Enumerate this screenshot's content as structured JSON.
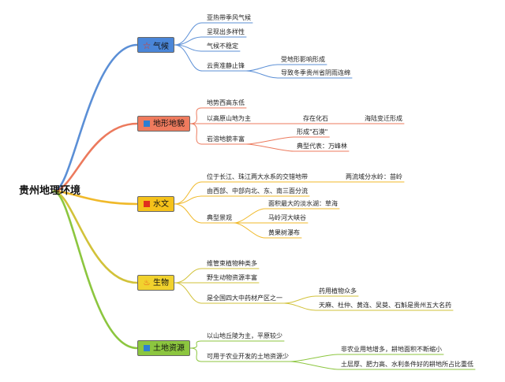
{
  "root": {
    "label": "贵州地理环境"
  },
  "colors": {
    "climate": "#5b8fd6",
    "terrain": "#ec7a5d",
    "hydrology": "#f0b92a",
    "biology": "#d2c23a",
    "land": "#8cc63f"
  },
  "branches": [
    {
      "id": "climate",
      "label": "气候",
      "icon": "star-outline-icon",
      "fill": "#4a86d8",
      "items": [
        {
          "text": "亚热带季风气候"
        },
        {
          "text": "呈现出多样性"
        },
        {
          "text": "气候不稳定"
        },
        {
          "text": "云贵准静止锋",
          "children": [
            {
              "text": "受地形影响形成"
            },
            {
              "text": "导致冬季贵州省阴雨连绵"
            }
          ]
        }
      ]
    },
    {
      "id": "terrain",
      "label": "地形地貌",
      "icon": "blue-square-icon",
      "fill": "#ef7b5e",
      "items": [
        {
          "text": "地势西高东低"
        },
        {
          "text": "以高原山地为主",
          "children": [
            {
              "text": "存在化石",
              "children": [
                {
                  "text": "海陆变迁形成"
                }
              ]
            }
          ]
        },
        {
          "text": "岩溶地貌丰富",
          "children": [
            {
              "text": "形成\"石漠\""
            },
            {
              "text": "典型代表：万峰林"
            }
          ]
        }
      ]
    },
    {
      "id": "hydrology",
      "label": "水文",
      "icon": "red-flag-icon",
      "fill": "#f5c21b",
      "items": [
        {
          "text": "位于长江、珠江两大水系的交错地带",
          "children": [
            {
              "text": "两流域分水岭：苗岭"
            }
          ]
        },
        {
          "text": "由西部、中部向北、东、南三面分流"
        },
        {
          "text": "典型景观",
          "children": [
            {
              "text": "面积最大的淡水湖：草海"
            },
            {
              "text": "马岭河大峡谷"
            },
            {
              "text": "黄果树瀑布"
            }
          ]
        }
      ]
    },
    {
      "id": "biology",
      "label": "生物",
      "icon": "fire-icon",
      "fill": "#f1d22e",
      "items": [
        {
          "text": "维管束植物种类多"
        },
        {
          "text": "野生动物资源丰富"
        },
        {
          "text": "是全国四大中药材产区之一",
          "children": [
            {
              "text": "药用植物众多"
            },
            {
              "text": "天麻、杜仲、黄连、吴萸、石斛是贵州五大名药"
            }
          ]
        }
      ]
    },
    {
      "id": "land",
      "label": "土地资源",
      "icon": "blue-square-icon",
      "fill": "#8cc63f",
      "items": [
        {
          "text": "以山地丘陵为主，平原较少"
        },
        {
          "text": "可用于农业开发的土地资源少",
          "children": [
            {
              "text": "非农业用地增多，耕地面积不断缩小"
            },
            {
              "text": "土层厚、肥力高、水利条件好的耕地所占比重低"
            }
          ]
        }
      ]
    }
  ]
}
